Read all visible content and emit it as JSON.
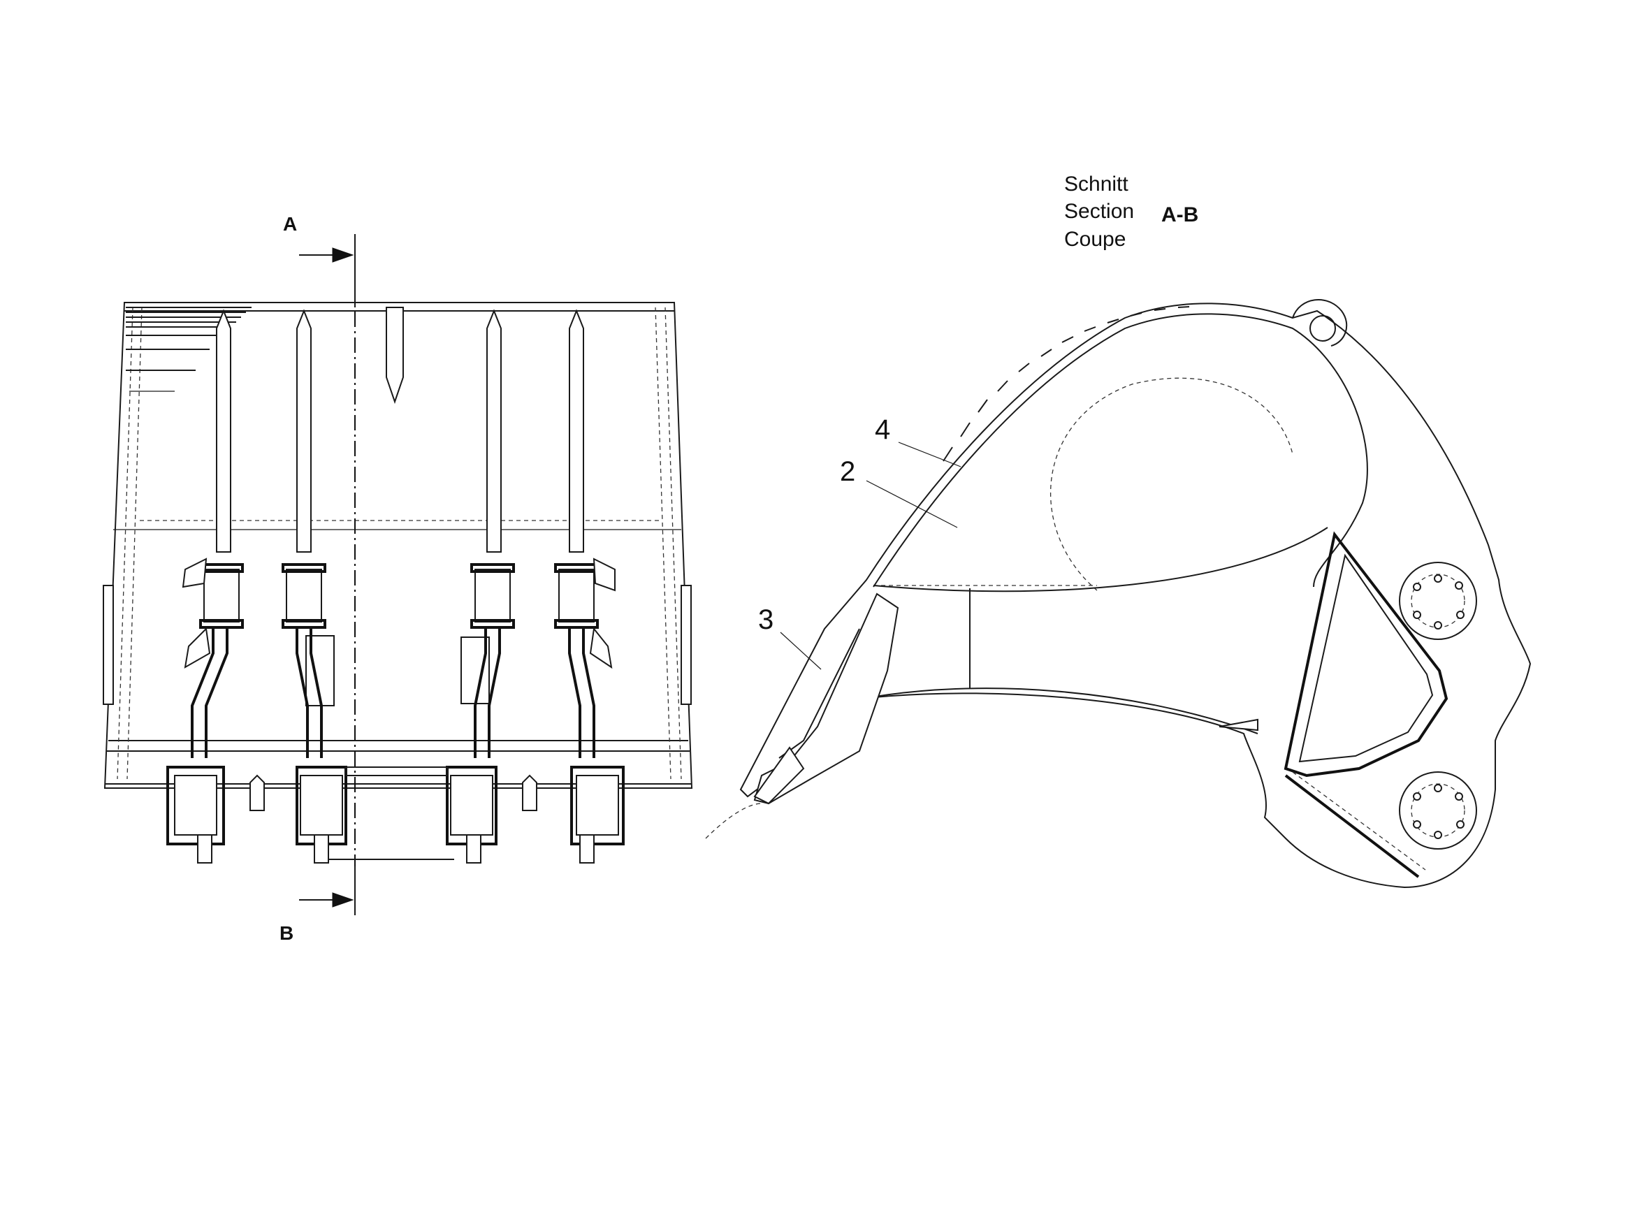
{
  "section_title": {
    "words": [
      "Schnitt",
      "Section",
      "Coupe"
    ],
    "code": "A-B"
  },
  "cut_markers": {
    "top": "A",
    "bottom": "B"
  },
  "callouts": [
    {
      "number": "2"
    },
    {
      "number": "3"
    },
    {
      "number": "4"
    }
  ]
}
